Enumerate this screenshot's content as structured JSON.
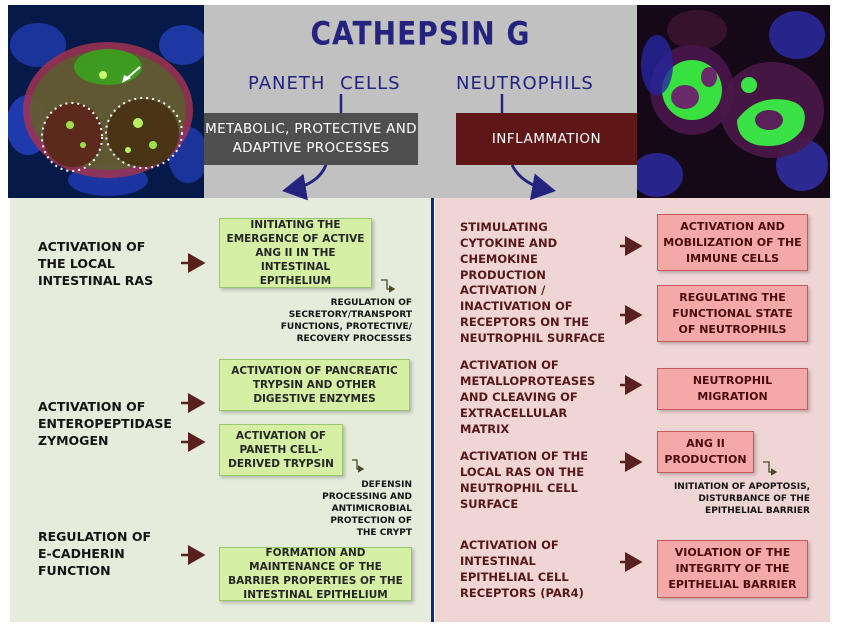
{
  "title": "CATHEPSIN G",
  "columns": {
    "paneth": {
      "heading": "PANETH CELLS",
      "category": "METABOLIC, PROTECTIVE AND ADAPTIVE PROCESSES"
    },
    "neutrophils": {
      "heading": "NEUTROPHILS",
      "category": "INFLAMMATION"
    }
  },
  "paneth_panel": {
    "mechanisms": {
      "ras": "ACTIVATION OF THE LOCAL INTESTINAL RAS",
      "enteropeptidase": "ACTIVATION OF ENTEROPEPTIDASE ZYMOGEN",
      "ecadherin": "REGULATION OF E-CADHERIN FUNCTION"
    },
    "effects": {
      "ang2": "INITIATING THE EMERGENCE OF ACTIVE ANG II IN THE INTESTINAL EPITHELIUM",
      "pancreatic_trypsin": "ACTIVATION OF PANCREATIC TRYPSIN AND OTHER DIGESTIVE ENZYMES",
      "paneth_trypsin": "ACTIVATION OF PANETH CELL-DERIVED TRYPSIN",
      "barrier": "FORMATION AND MAINTENANCE OF THE BARRIER PROPERTIES OF THE INTESTINAL EPITHELIUM"
    },
    "notes": {
      "regulation": "REGULATION OF SECRETORY/TRANSPORT FUNCTIONS, PROTECTIVE/ RECOVERY PROCESSES",
      "defensin": "DEFENSIN PROCESSING AND ANTIMICROBIAL PROTECTION OF THE CRYPT"
    }
  },
  "neutrophil_panel": {
    "mechanisms": {
      "cytokine": "STIMULATING CYTOKINE AND CHEMOKINE PRODUCTION",
      "receptors": "ACTIVATION / INACTIVATION OF RECEPTORS ON THE NEUTROPHIL SURFACE",
      "metallo": "ACTIVATION OF METALLOPROTEASES AND CLEAVING OF EXTRACELLULAR MATRIX",
      "local_ras": "ACTIVATION OF THE LOCAL RAS ON THE NEUTROPHIL CELL SURFACE",
      "par4": "ACTIVATION OF INTESTINAL EPITHELIAL CELL RECEPTORS (PAR4)"
    },
    "effects": {
      "immune": "ACTIVATION AND MOBILIZATION OF THE IMMUNE CELLS",
      "functional": "REGULATING THE FUNCTIONAL STATE OF NEUTROPHILS",
      "migration": "NEUTROPHIL MIGRATION",
      "ang2": "ANG II PRODUCTION",
      "violation": "VIOLATION OF THE INTEGRITY OF THE EPITHELIAL BARRIER"
    },
    "notes": {
      "apoptosis": "INITIATION OF APOPTOSIS, DISTURBANCE OF THE EPITHELIAL BARRIER"
    }
  },
  "colors": {
    "title": "#24247e",
    "left_panel": "#e5ecdc",
    "right_panel": "#f0d5d5",
    "green_box": "#d5f0a4",
    "pink_box": "#f5a8a8",
    "divider": "#1c2490",
    "arrow": "#5a2020"
  }
}
